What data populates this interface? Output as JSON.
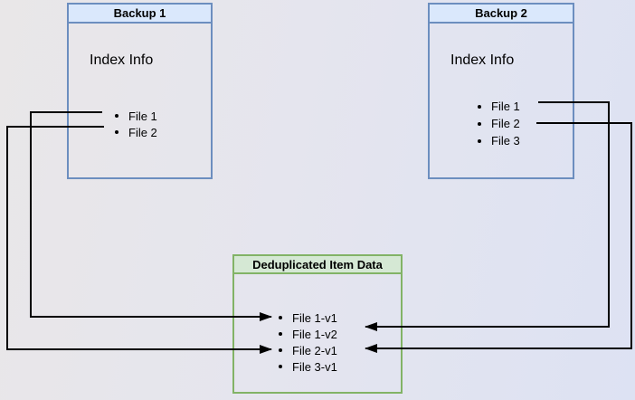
{
  "diagram": {
    "type": "backup-deduplication-diagram",
    "colors": {
      "backup_fill": "#dae8fc",
      "backup_stroke": "#6c8ebf",
      "dedup_fill": "#d5e8d4",
      "dedup_stroke": "#82b366",
      "connector": "#000000"
    },
    "boxes": {
      "backup1": {
        "title": "Backup 1",
        "body_label": "Index Info",
        "files": [
          "File 1",
          "File 2"
        ]
      },
      "backup2": {
        "title": "Backup 2",
        "body_label": "Index Info",
        "files": [
          "File 1",
          "File 2",
          "File 3"
        ]
      },
      "dedup": {
        "title": "Deduplicated Item Data",
        "items": [
          "File 1-v1",
          "File 1-v2",
          "File 2-v1",
          "File 3-v1"
        ]
      }
    },
    "connections": [
      {
        "from": "Backup 1 / File 1",
        "to": "Deduplicated Item Data / File 1-v1",
        "side": "left"
      },
      {
        "from": "Backup 1 / File 2",
        "to": "Deduplicated Item Data / File 2-v1",
        "side": "left"
      },
      {
        "from": "Backup 2 / File 1",
        "to": "Deduplicated Item Data / File 1-v2",
        "side": "right"
      },
      {
        "from": "Backup 2 / File 2",
        "to": "Deduplicated Item Data / File 2-v1",
        "side": "right"
      }
    ]
  }
}
